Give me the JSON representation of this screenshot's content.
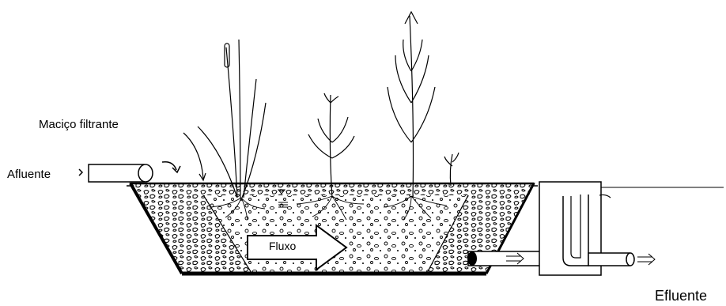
{
  "labels": {
    "filter_bed": "Maciço filtrante",
    "influent": "Afluente",
    "effluent": "Efluente",
    "flow": "Fluxo"
  },
  "colors": {
    "line": "#000000",
    "background": "#ffffff"
  },
  "icons": [
    "inlet-pipe-icon",
    "outlet-pipe-icon",
    "flow-arrow-icon",
    "plant-icon",
    "gravel-icon",
    "water-level-icon"
  ]
}
